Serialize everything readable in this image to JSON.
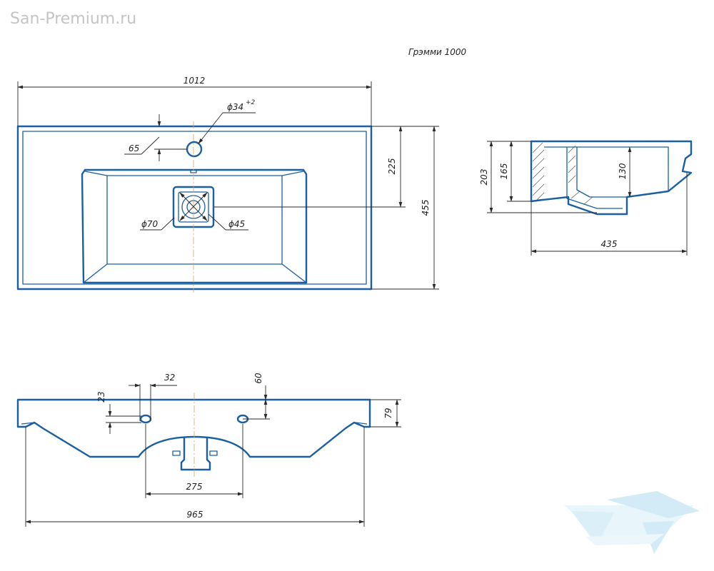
{
  "watermark": "San-Premium.ru",
  "model_title": "Грэмми 1000",
  "top_view": {
    "width": "1012",
    "depth": "455",
    "drain_offset": "225",
    "tap_hole_offset": "65",
    "tap_hole_diameter": "ϕ34",
    "tap_hole_tolerance": "+2",
    "drain_outer_diameter": "ϕ70",
    "drain_inner_diameter": "ϕ45"
  },
  "side_section": {
    "total_height": "203",
    "bowl_height": "165",
    "inner_depth": "130",
    "depth": "435"
  },
  "front_view": {
    "hole_spacing": "32",
    "hole_height": "23",
    "hole_to_top": "60",
    "rim_height": "79",
    "mount_span": "275",
    "bottom_width": "965"
  },
  "colors": {
    "outline": "#1a5fa0",
    "dimension": "#2a2a2a",
    "centerline": "#c9a86a",
    "watermark": "#c4c4c4",
    "logo": "#bfe3f3"
  }
}
